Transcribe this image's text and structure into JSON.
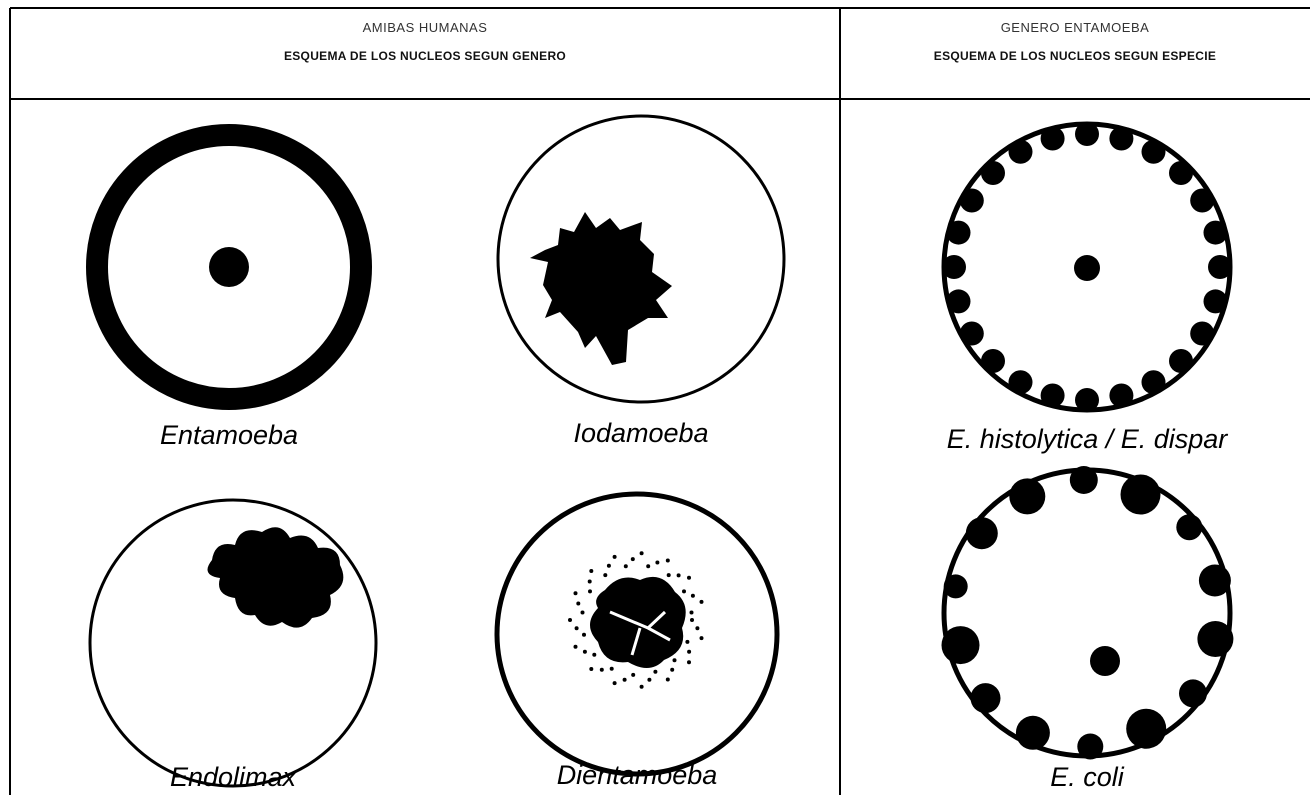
{
  "header_left": {
    "line1": "AMIBAS HUMANAS",
    "line2": "ESQUEMA DE LOS NUCLEOS SEGUN GENERO"
  },
  "header_right": {
    "line1": "GENERO ENTAMOEBA",
    "line2": "ESQUEMA DE LOS NUCLEOS SEGUN ESPECIE"
  },
  "genera": [
    {
      "name": "Entamoeba"
    },
    {
      "name": "Iodamoeba"
    },
    {
      "name": "Endolimax"
    },
    {
      "name": "Dientamoeba"
    }
  ],
  "species": [
    {
      "name": "E. histolytica / E. dispar"
    },
    {
      "name": "E. coli"
    }
  ]
}
